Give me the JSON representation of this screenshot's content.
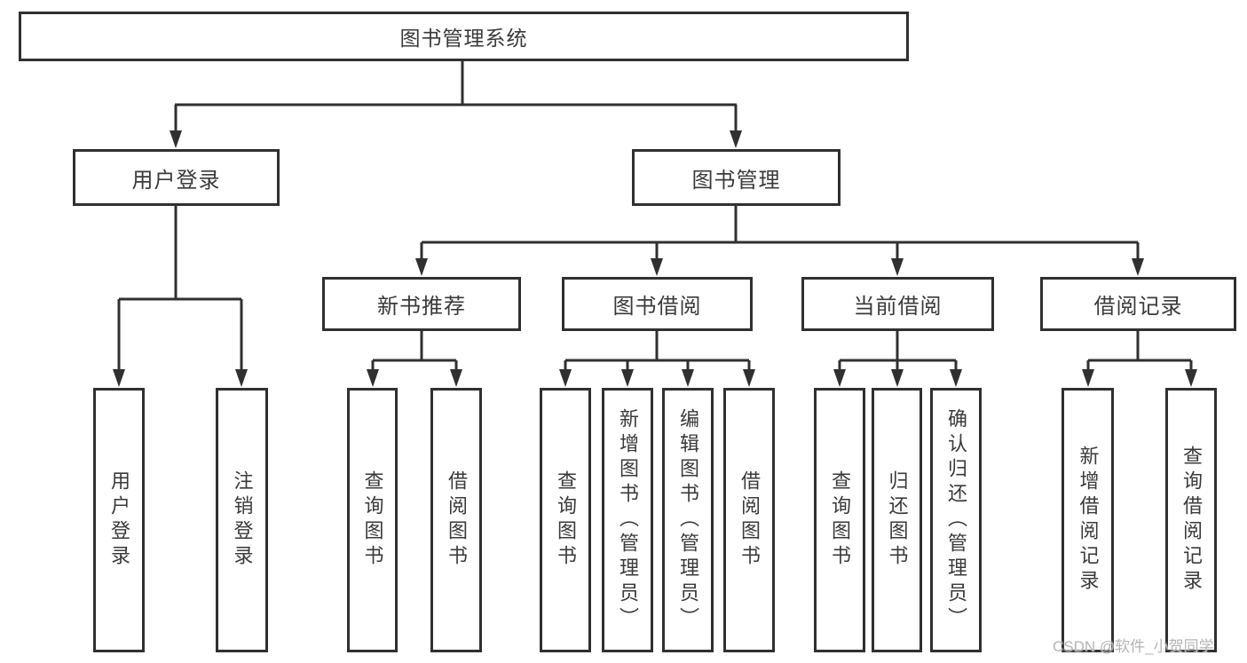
{
  "tree": {
    "label": "图书管理系统",
    "children": [
      {
        "label": "用户登录",
        "children": [
          {
            "label": "用户登录"
          },
          {
            "label": "注销登录"
          }
        ]
      },
      {
        "label": "图书管理",
        "children": [
          {
            "label": "新书推荐",
            "children": [
              {
                "label": "查询图书"
              },
              {
                "label": "借阅图书"
              }
            ]
          },
          {
            "label": "图书借阅",
            "children": [
              {
                "label": "查询图书"
              },
              {
                "label": "新增图书（管理员）"
              },
              {
                "label": "编辑图书（管理员）"
              },
              {
                "label": "借阅图书"
              }
            ]
          },
          {
            "label": "当前借阅",
            "children": [
              {
                "label": "查询图书"
              },
              {
                "label": "归还图书"
              },
              {
                "label": "确认归还（管理员）"
              }
            ]
          },
          {
            "label": "借阅记录",
            "children": [
              {
                "label": "新增借阅记录"
              },
              {
                "label": "查询借阅记录"
              }
            ]
          }
        ]
      }
    ]
  },
  "watermark": {
    "text": "CSDN @软件_小贺同学"
  },
  "colors": {
    "line": "#303030",
    "box_border": "#303030",
    "text": "#3a3a3a",
    "background": "#ffffff",
    "watermark": "#b4b4b4"
  }
}
